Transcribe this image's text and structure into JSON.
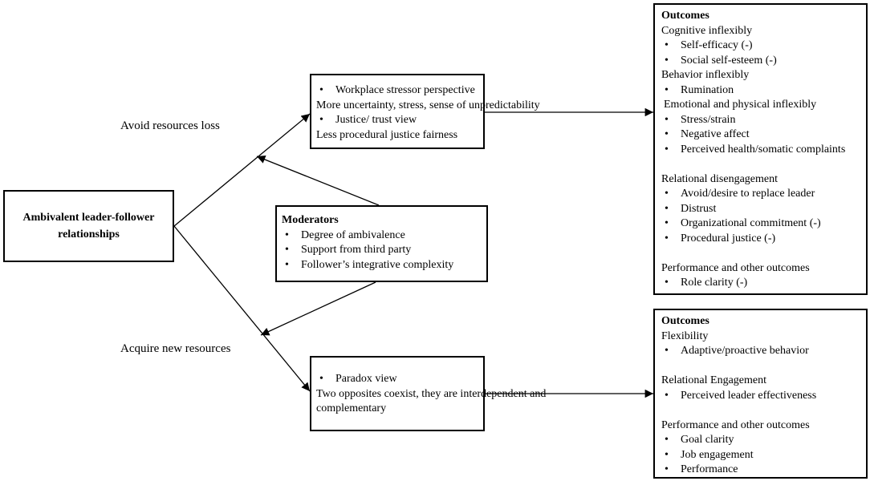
{
  "central": {
    "title": "Ambivalent leader-follower relationships"
  },
  "paths": {
    "loss_label": "Avoid resources loss",
    "acquire_label": "Acquire new resources"
  },
  "upper_mechanism": {
    "bullet1": "Workplace stressor perspective",
    "line1": "More uncertainty, stress, sense of unpredictability",
    "bullet2": "Justice/ trust view",
    "line2": "Less procedural justice fairness"
  },
  "lower_mechanism": {
    "bullet1": "Paradox view",
    "line1": "Two opposites coexist, they are interdependent and",
    "line2": "complementary"
  },
  "moderators": {
    "title": "Moderators",
    "items": [
      "Degree of ambivalence",
      "Support from third party",
      "Follower’s integrative complexity"
    ]
  },
  "outcomes_negative": {
    "title": "Outcomes",
    "cognitive": "Cognitive inflexibly",
    "cognitive_items": [
      "Self-efficacy (-)",
      "Social self-esteem (-)"
    ],
    "behavior": "Behavior inflexibly",
    "behavior_items": [
      "Rumination"
    ],
    "emotional": "Emotional and physical inflexibly",
    "emotional_items": [
      "Stress/strain",
      "Negative affect",
      "Perceived health/somatic complaints"
    ],
    "relational": "Relational disengagement",
    "relational_items": [
      "Avoid/desire to replace leader",
      "Distrust",
      "Organizational commitment (-)",
      "Procedural justice (-)"
    ],
    "performance": "Performance and other outcomes",
    "performance_items": [
      "Role clarity (-)"
    ]
  },
  "outcomes_positive": {
    "title": "Outcomes",
    "flexibility": "Flexibility",
    "flexibility_items": [
      "Adaptive/proactive behavior"
    ],
    "relational": "Relational Engagement",
    "relational_items": [
      "Perceived leader effectiveness"
    ],
    "performance": "Performance and other outcomes",
    "performance_items": [
      "Goal clarity",
      "Job engagement",
      "Performance"
    ]
  }
}
